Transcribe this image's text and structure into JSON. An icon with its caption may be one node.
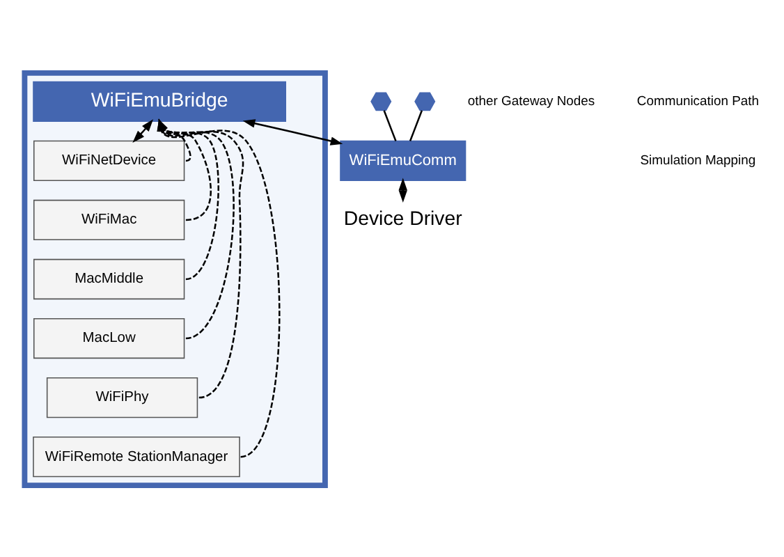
{
  "diagram": {
    "nodes": [
      {
        "text": [],
        "shape": "hexagon"
      },
      {
        "text": [
          "WiFiEmuBridge"
        ],
        "in": 0
      },
      {
        "text": [
          "WiFiNetDevice"
        ],
        "in": 0
      },
      {
        "text": [
          "WiFiMac"
        ],
        "in": 0
      },
      {
        "text": [
          "MacMiddle"
        ],
        "in": 0
      },
      {
        "text": [
          "MacLow"
        ],
        "in": 0
      },
      {
        "text": [
          "WiFiPhy"
        ],
        "in": 0
      },
      {
        "text": [
          "WiFiRemote StationManager"
        ],
        "in": 0
      },
      {
        "text": [],
        "shape": "hexagon"
      },
      {
        "text": [],
        "shape": "hexagon"
      },
      {
        "text": [
          "WiFiEmuComm"
        ]
      },
      {
        "text": [
          "Device Driver"
        ]
      }
    ],
    "edges": [
      {
        "from": 1,
        "to": 2,
        "arrow": "both"
      },
      {
        "from": 1,
        "to": 10,
        "arrow": "both"
      },
      {
        "from": 10,
        "to": 11,
        "arrow": "both"
      },
      {
        "from": 2,
        "to": 1,
        "arrow": "to",
        "style": "dashed"
      },
      {
        "from": 3,
        "to": 1,
        "arrow": "to",
        "style": "dashed"
      },
      {
        "from": 4,
        "to": 1,
        "arrow": "to",
        "style": "dashed"
      },
      {
        "from": 5,
        "to": 1,
        "arrow": "to",
        "style": "dashed"
      },
      {
        "from": 6,
        "to": 1,
        "arrow": "to",
        "style": "dashed"
      },
      {
        "from": 7,
        "to": 1,
        "arrow": "to",
        "style": "dashed"
      },
      {
        "from": 8,
        "to": 10,
        "arrow": "none"
      },
      {
        "from": 9,
        "to": 10,
        "arrow": "none"
      }
    ],
    "labels": [
      "other Gateway Nodes"
    ],
    "legend": [
      {
        "text": "Communication Path"
      },
      {
        "text": "Simulation Mapping"
      }
    ]
  }
}
